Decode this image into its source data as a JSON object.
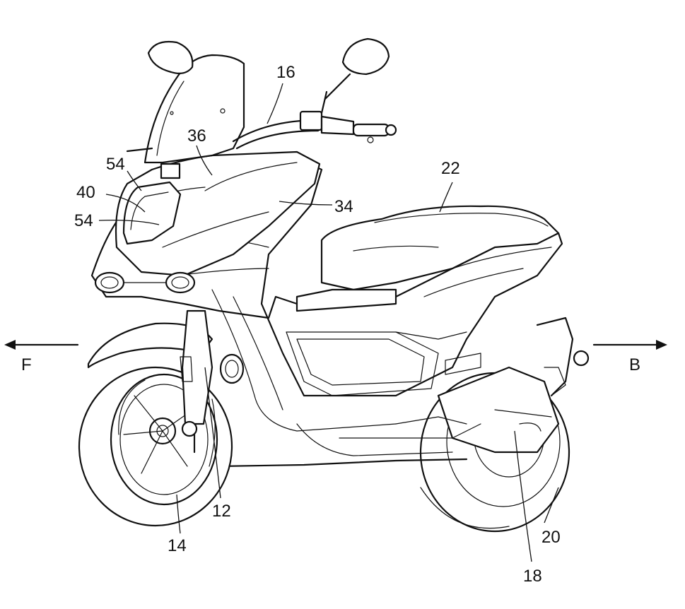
{
  "figure": {
    "direction_front": "F",
    "direction_back": "B",
    "labels": {
      "l16": "16",
      "l36": "36",
      "l54a": "54",
      "l40": "40",
      "l54b": "54",
      "l34": "34",
      "l22": "22",
      "l12": "12",
      "l14": "14",
      "l18": "18",
      "l20": "20"
    }
  }
}
